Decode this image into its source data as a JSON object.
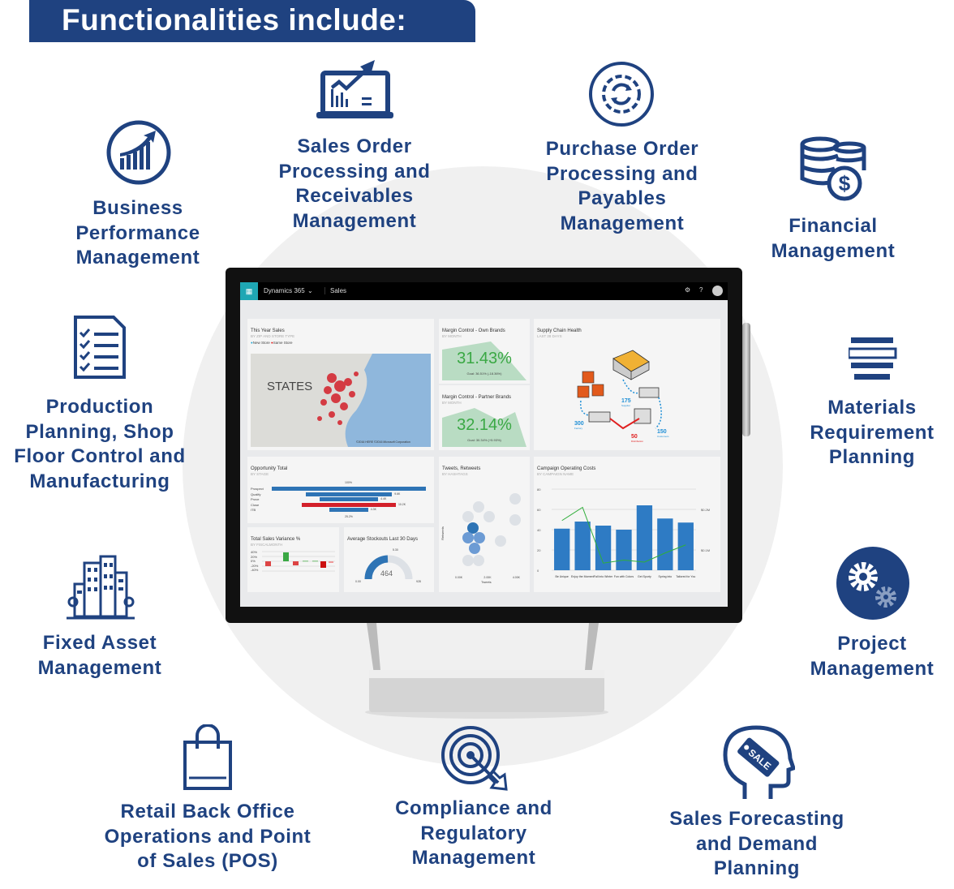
{
  "banner": {
    "title": "Functionalities include:"
  },
  "colors": {
    "brand": "#1f4280",
    "accent_gear": "#8a9fc2"
  },
  "features": [
    {
      "icon": "chart-growth-icon",
      "lines": [
        "Business",
        "Performance",
        "Management"
      ]
    },
    {
      "icon": "laptop-chart-icon",
      "lines": [
        "Sales Order",
        "Processing and",
        "Receivables",
        "Management"
      ]
    },
    {
      "icon": "gear-cycle-icon",
      "lines": [
        "Purchase Order",
        "Processing and",
        "Payables",
        "Management"
      ]
    },
    {
      "icon": "coins-dollar-icon",
      "lines": [
        "Financial",
        "Management"
      ]
    },
    {
      "icon": "checklist-icon",
      "lines": [
        "Production",
        "Planning, Shop",
        "Floor Control and",
        "Manufacturing"
      ]
    },
    {
      "icon": "stacked-bars-icon",
      "lines": [
        "Materials",
        "Requirement",
        "Planning"
      ]
    },
    {
      "icon": "buildings-icon",
      "lines": [
        "Fixed Asset",
        "Management"
      ]
    },
    {
      "icon": "gears-icon",
      "lines": [
        "Project",
        "Management"
      ]
    },
    {
      "icon": "shopping-bag-icon",
      "lines": [
        "Retail Back Office",
        "Operations and Point",
        "of Sales (POS)"
      ]
    },
    {
      "icon": "target-icon",
      "lines": [
        "Compliance and",
        "Regulatory",
        "Management"
      ]
    },
    {
      "icon": "head-sale-tag-icon",
      "lines": [
        "Sales Forecasting",
        "and Demand",
        "Planning"
      ],
      "tag": "SALE"
    }
  ],
  "dashboard": {
    "app": "Dynamics 365",
    "area": "Sales",
    "this_year_sales": {
      "title": "This Year Sales",
      "subtitle": "BY ZIP AND STORE TYPE",
      "legend": [
        "New Store",
        "Same Store"
      ],
      "map_label": "STATES",
      "copyright": "©2016 HERE   ©2016 Microsoft Corporation"
    },
    "margin_own": {
      "title": "Margin Control - Own Brands",
      "subtitle": "BY MONTH",
      "value": "31.43%",
      "goal": "Goal: 36.51% (-18.36%)"
    },
    "margin_partner": {
      "title": "Margin Control - Partner Brands",
      "subtitle": "BY MONTH",
      "value": "32.14%",
      "goal": "Goal: 30.34% (+5.93%)"
    },
    "supply_chain": {
      "title": "Supply Chain Health",
      "subtitle": "LAST 28 DAYS",
      "nodes": [
        {
          "value": "175",
          "label": "Supplier"
        },
        {
          "value": "300",
          "label": "Factory"
        },
        {
          "value": "50",
          "label": "Distribution"
        },
        {
          "value": "150",
          "label": "Customers"
        }
      ]
    },
    "opportunity": {
      "title": "Opportunity Total",
      "subtitle": "BY STAGE",
      "top": "100%",
      "bottom": "25.2%",
      "stages": [
        {
          "label": "Prospect",
          "pct": 100
        },
        {
          "label": "Qualify",
          "pct": 56,
          "val": "9.6K"
        },
        {
          "label": "Prove",
          "pct": 38,
          "val": "4.4K"
        },
        {
          "label": "Close",
          "pct": 61,
          "val": "10.2K"
        },
        {
          "label": "ITB",
          "pct": 25,
          "val": "4.3K"
        }
      ]
    },
    "variance": {
      "title": "Total Sales Variance %",
      "subtitle": "BY FISCALMONTH",
      "yticks": [
        "40%",
        "20%",
        "0%",
        "-20%",
        "-40%"
      ]
    },
    "stockouts": {
      "title": "Average Stockouts Last 30 Days",
      "value": "464",
      "min": "0.00",
      "max": "928",
      "target": "5.30"
    },
    "tweets": {
      "title": "Tweets, Retweets",
      "subtitle": "BY HASHTAGS",
      "ylabel": "Retweets",
      "xlabel": "Tweets",
      "xticks": [
        "0.00K",
        "2.00K",
        "4.00K"
      ]
    },
    "campaign": {
      "title": "Campaign Operating Costs",
      "subtitle": "BY CAMPAIGN NAME",
      "yticks": [
        "80",
        "60",
        "40",
        "20",
        "0"
      ],
      "right_ticks": [
        "$0.2M",
        "$0.1M"
      ],
      "categories": [
        "Be Unique",
        "Enjoy the Moment",
        "Fall into Winter",
        "Fun with Colors",
        "Get Sporty",
        "Spring into",
        "Tailored for You"
      ],
      "values": [
        41,
        48,
        44,
        40,
        64,
        51,
        47
      ],
      "line": [
        49,
        62,
        7,
        10,
        8,
        17,
        25
      ]
    }
  }
}
